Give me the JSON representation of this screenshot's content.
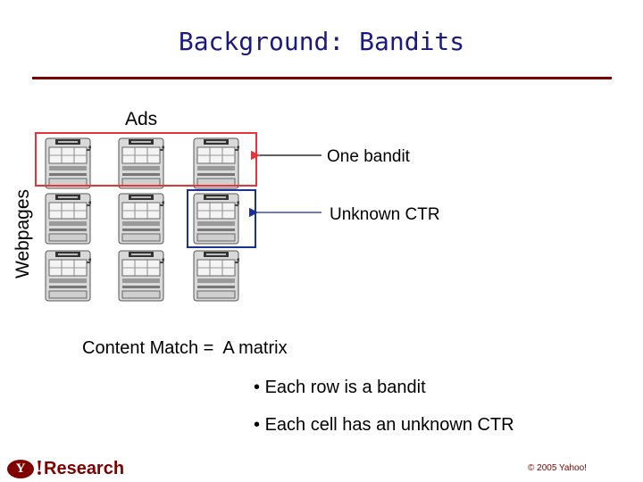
{
  "slide": {
    "title": "Background: Bandits",
    "ads_label": "Ads",
    "webpages_label": "Webpages",
    "grid": {
      "rows": 3,
      "cols": 3,
      "icon": "slot-machine-icon"
    },
    "callouts": {
      "one_bandit": "One bandit",
      "unknown_ctr": "Unknown CTR"
    },
    "content_match": "Content Match =",
    "matrix_label": "A matrix",
    "bullets": [
      "Each row is a bandit",
      "Each cell has an unknown CTR"
    ]
  },
  "footer": {
    "logo_badge": "Y",
    "logo_bang": "!",
    "logo_text": "Research",
    "copyright": "© 2005 Yahoo!"
  },
  "colors": {
    "title": "#1a1a80",
    "rule": "#7a0000",
    "row_highlight": "#e6343a",
    "cell_highlight": "#1c2f9a",
    "brand": "#800000"
  }
}
